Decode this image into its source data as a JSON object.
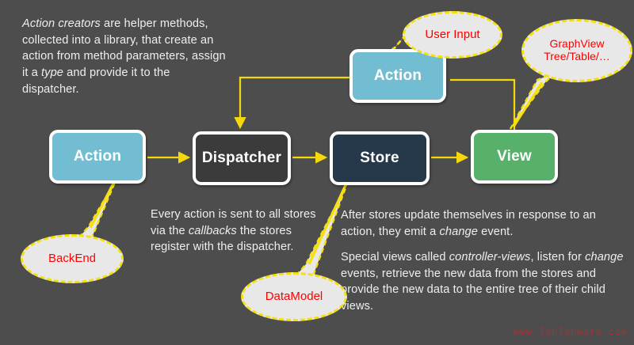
{
  "diagram": {
    "type": "flow",
    "background_color": "#4d4d4d",
    "arrow_color": "#f5d90b",
    "flow_sequence": [
      "Action",
      "Dispatcher",
      "Store",
      "View"
    ],
    "nodes": [
      {
        "id": "action-left",
        "label": "Action",
        "color": "#73bdd2"
      },
      {
        "id": "dispatcher",
        "label": "Dispatcher",
        "color": "#3b3b3b"
      },
      {
        "id": "store",
        "label": "Store",
        "color": "#25394a"
      },
      {
        "id": "view",
        "label": "View",
        "color": "#57b16a"
      },
      {
        "id": "action-top",
        "label": "Action",
        "color": "#73bdd2"
      }
    ],
    "callouts": [
      {
        "id": "user-input",
        "text": "User Input",
        "points_to": "action-top",
        "color": "#ff0000"
      },
      {
        "id": "graphview",
        "text": "GraphView\nTree/Table/…",
        "points_to": "view",
        "color": "#ff0000"
      },
      {
        "id": "backend",
        "text": "BackEnd",
        "points_to": "action-left",
        "color": "#ff0000"
      },
      {
        "id": "datamodel",
        "text": "DataModel",
        "points_to": "store",
        "color": "#ff0000"
      }
    ]
  },
  "text": {
    "intro": {
      "segments": [
        {
          "text": "Action creators",
          "italic": true
        },
        {
          "text": " are helper methods, collected into a library, that create an action from method parameters, assign it a ",
          "italic": false
        },
        {
          "text": "type",
          "italic": true
        },
        {
          "text": " and provide it to the dispatcher.",
          "italic": false
        }
      ]
    },
    "middle": {
      "segments": [
        {
          "text": "Every action is sent to all stores via the ",
          "italic": false
        },
        {
          "text": "callbacks",
          "italic": true
        },
        {
          "text": " the stores register with the dispatcher.",
          "italic": false
        }
      ]
    },
    "after_stores": {
      "segments": [
        {
          "text": "After stores update themselves in response to an action, they emit a ",
          "italic": false
        },
        {
          "text": "change",
          "italic": true
        },
        {
          "text": " event.",
          "italic": false
        }
      ]
    },
    "special_views": {
      "segments": [
        {
          "text": "Special views called ",
          "italic": false
        },
        {
          "text": "controller-views",
          "italic": true
        },
        {
          "text": ", listen for ",
          "italic": false
        },
        {
          "text": "change",
          "italic": true
        },
        {
          "text": " events, retrieve the new data from the stores and provide the new data to the entire tree of their child views.",
          "italic": false
        }
      ]
    }
  },
  "watermark": {
    "text": "www.lanlanwork.com",
    "color": "#c0282d"
  }
}
